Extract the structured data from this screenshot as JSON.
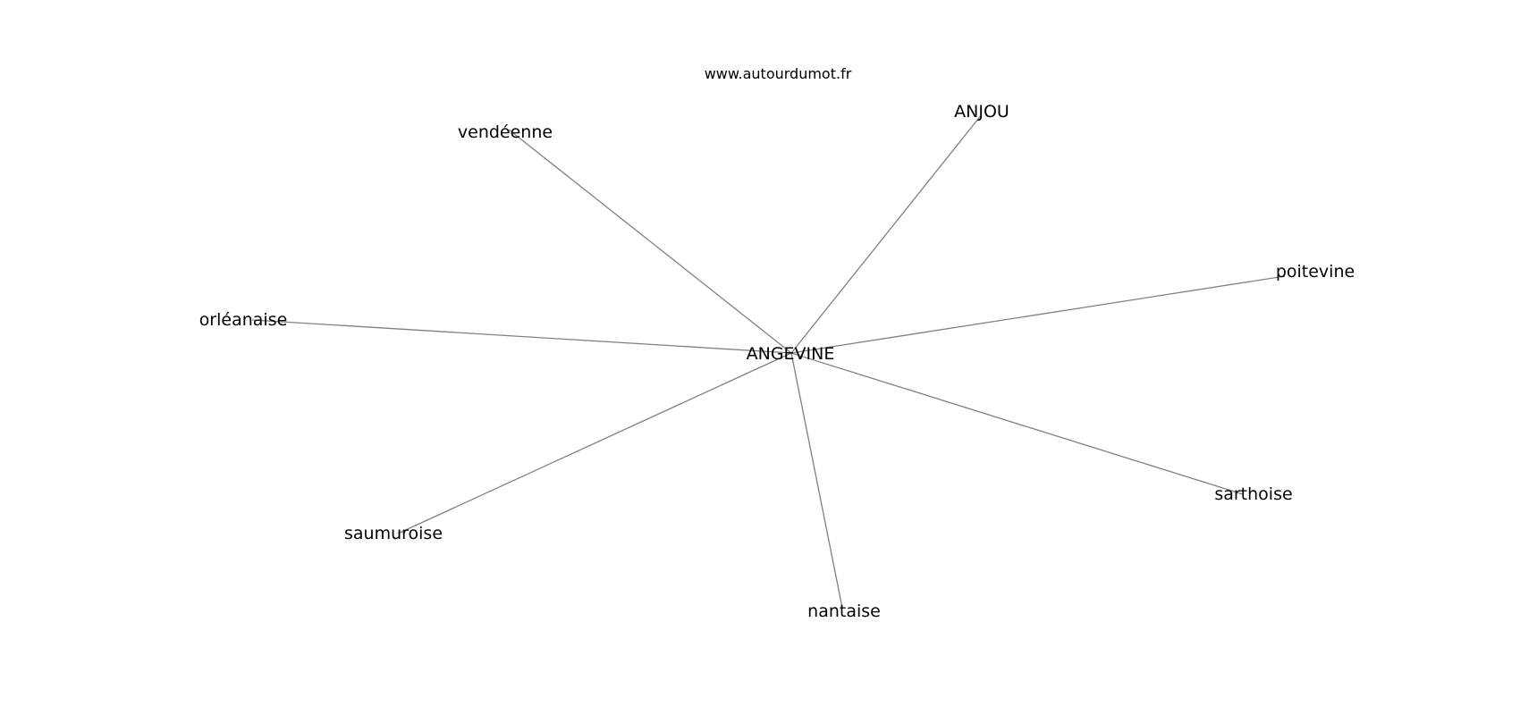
{
  "site": "www.autourdumot.fr",
  "center": {
    "id": "angevine",
    "label": "ANGEVINE"
  },
  "nodes": [
    {
      "id": "anjou",
      "label": "ANJOU"
    },
    {
      "id": "vendeenne",
      "label": "vendéenne"
    },
    {
      "id": "poitevine",
      "label": "poitevine"
    },
    {
      "id": "orleanaise",
      "label": "orléanaise"
    },
    {
      "id": "sarthoise",
      "label": "sarthoise"
    },
    {
      "id": "saumuroise",
      "label": "saumuroise"
    },
    {
      "id": "nantaise",
      "label": "nantaise"
    }
  ],
  "edges": [
    [
      "angevine",
      "anjou"
    ],
    [
      "angevine",
      "vendeenne"
    ],
    [
      "angevine",
      "poitevine"
    ],
    [
      "angevine",
      "orleanaise"
    ],
    [
      "angevine",
      "sarthoise"
    ],
    [
      "angevine",
      "saumuroise"
    ],
    [
      "angevine",
      "nantaise"
    ]
  ],
  "colors": {
    "edge": "#808080",
    "text": "#000000",
    "background": "#ffffff"
  }
}
